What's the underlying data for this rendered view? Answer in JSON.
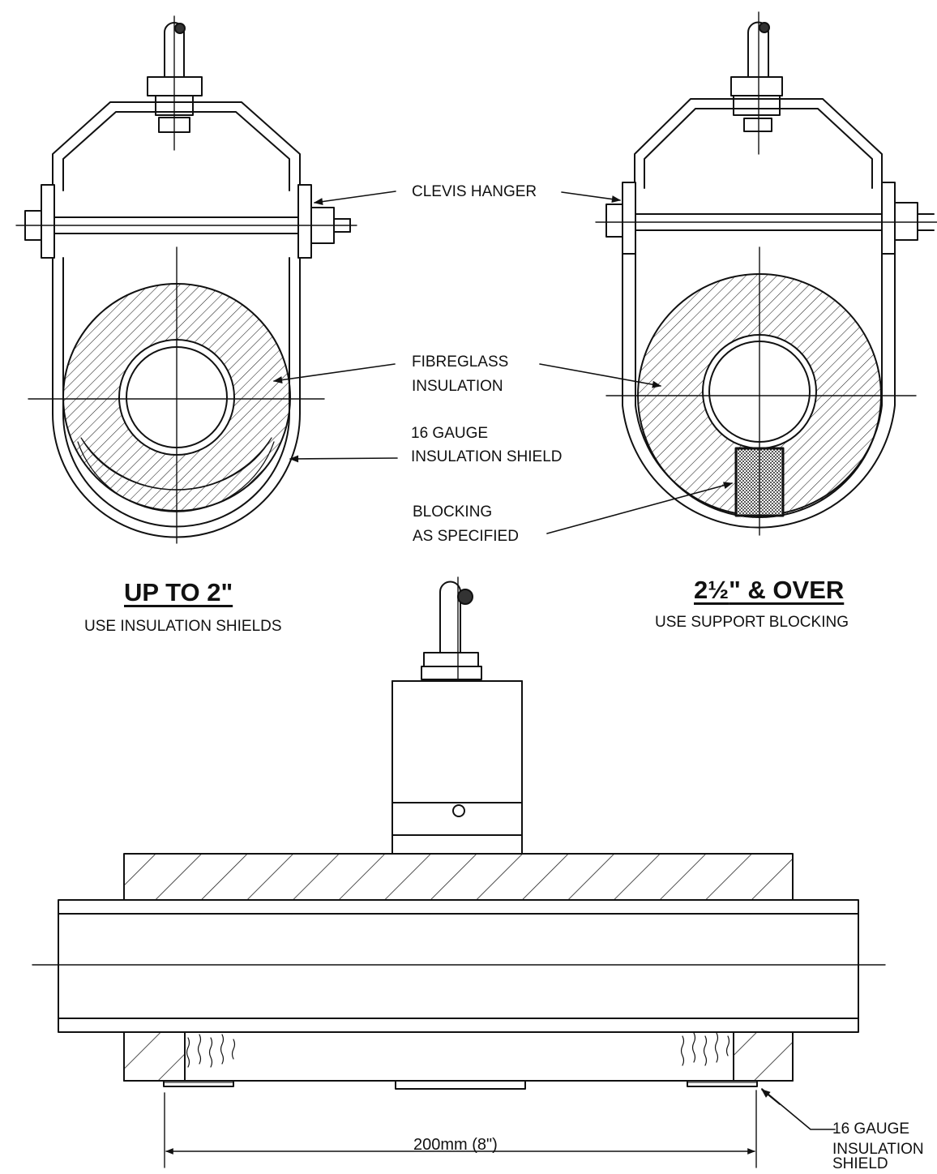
{
  "labels": {
    "clevis_hanger": "CLEVIS HANGER",
    "fibreglass_1": "FIBREGLASS",
    "fibreglass_2": "INSULATION",
    "shield_1": "16 GAUGE",
    "shield_2": "INSULATION SHIELD",
    "blocking_1": "BLOCKING",
    "blocking_2": "AS SPECIFIED",
    "bottom_shield_1": "16 GAUGE",
    "bottom_shield_2": "INSULATION",
    "bottom_shield_3": "SHIELD"
  },
  "left_detail": {
    "title": "UP TO 2\"",
    "subtitle": "USE INSULATION SHIELDS"
  },
  "right_detail": {
    "title_frac": "2½",
    "title_rest": "\" & OVER",
    "subtitle": "USE SUPPORT BLOCKING"
  },
  "dimension": {
    "text": "200mm (8\")"
  }
}
